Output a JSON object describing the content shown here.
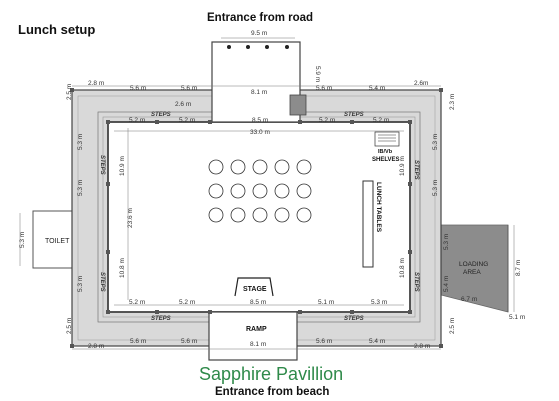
{
  "headings": {
    "setup": "Lunch setup",
    "top_entrance": "Entrance from road",
    "bottom_entrance": "Entrance from beach",
    "venue": "Sapphire Pavillion"
  },
  "rooms": {
    "toilet": "TOILET",
    "loading_area": [
      "LOADING",
      "AREA"
    ],
    "stage": "STAGE",
    "ramp": "RAMP",
    "shelves": [
      "IB/Vb",
      "SHELVES"
    ],
    "lunch_tables": "LUNCH TABLES",
    "steps": "STEPS"
  },
  "dimensions": {
    "entrance_top_width": "9.5 m",
    "entrance_top_depth": "5.9 m",
    "top_outer": [
      "2.8 m",
      "5.6 m",
      "5.6 m",
      "8.1 m",
      "5.6 m",
      "5.4 m",
      "2.6m"
    ],
    "top_step_left": "2.6 m",
    "top_inner": [
      "5.2 m",
      "5.2 m",
      "8.5 m",
      "5.2 m",
      "5.2 m"
    ],
    "hall_width": "33.0 m",
    "left_outer": [
      "2.5 m",
      "5.3 m",
      "5.3 m",
      "5.3 m",
      "2.5 m"
    ],
    "right_outer": [
      "2.3 m",
      "5.3 m",
      "5.3 m",
      "5.3 m",
      "2.5 m"
    ],
    "inner_vertical": [
      "10.9 m",
      "10.8 m",
      "10.9 m",
      "10.8 m"
    ],
    "hall_depth": "23.6 m",
    "toilet_height": "5.3 m",
    "bottom_inner": [
      "5.2 m",
      "5.2 m",
      "8.5 m",
      "5.1 m",
      "5.3 m"
    ],
    "bottom_outer": [
      "2.8 m",
      "5.6 m",
      "5.6 m",
      "8.1 m",
      "5.6 m",
      "5.4 m",
      "2.8 m"
    ],
    "loading_height": "8.7 m",
    "loading_depth": "6.7 m",
    "loading_offset": "5.4 m",
    "loading_outer": "5.1 m"
  },
  "colors": {
    "veranda": "#d9d9d9",
    "wall": "#444444",
    "loading": "#8c8c8c",
    "venue_name": "#2f8a4a"
  },
  "tables": {
    "rows": 3,
    "cols": 5
  }
}
